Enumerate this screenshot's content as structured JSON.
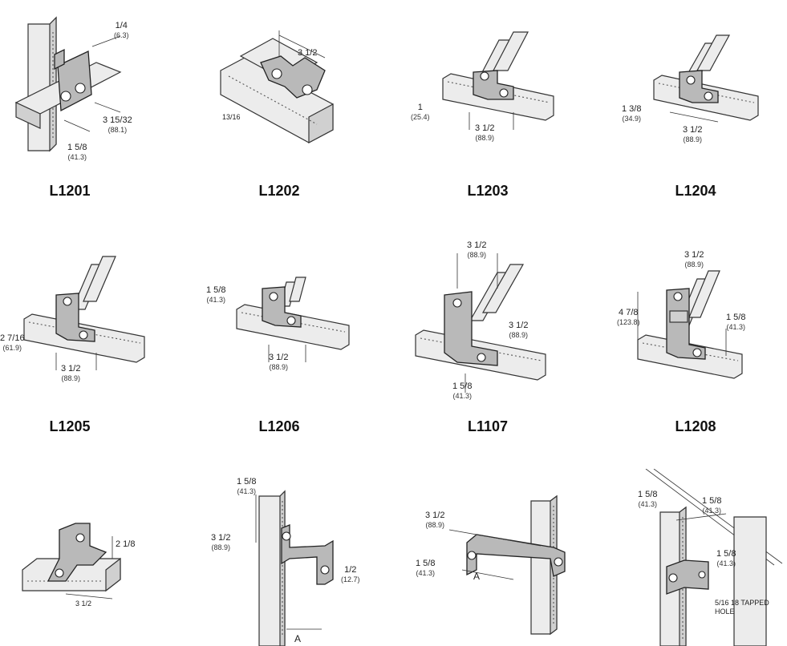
{
  "items": [
    {
      "label": "L1201",
      "dims": [
        {
          "v": "1/4",
          "m": "(6.3)"
        },
        {
          "v": "3 15/32",
          "m": "(88.1)"
        },
        {
          "v": "1 5/8",
          "m": "(41.3)"
        }
      ]
    },
    {
      "label": "L1202",
      "dims": [
        {
          "v": "3 1/2",
          "m": ""
        },
        {
          "v": "13/16",
          "m": ""
        }
      ]
    },
    {
      "label": "L1203",
      "dims": [
        {
          "v": "1",
          "m": "(25.4)"
        },
        {
          "v": "3 1/2",
          "m": "(88.9)"
        }
      ]
    },
    {
      "label": "L1204",
      "dims": [
        {
          "v": "1 3/8",
          "m": "(34.9)"
        },
        {
          "v": "3 1/2",
          "m": "(88.9)"
        }
      ]
    },
    {
      "label": "L1205",
      "dims": [
        {
          "v": "2 7/16",
          "m": "(61.9)"
        },
        {
          "v": "3 1/2",
          "m": "(88.9)"
        }
      ]
    },
    {
      "label": "L1206",
      "dims": [
        {
          "v": "1 5/8",
          "m": "(41.3)"
        },
        {
          "v": "3 1/2",
          "m": "(88.9)"
        }
      ]
    },
    {
      "label": "L1107",
      "dims": [
        {
          "v": "3 1/2",
          "m": "(88.9)"
        },
        {
          "v": "3 1/2",
          "m": "(88.9)"
        },
        {
          "v": "1 5/8",
          "m": "(41.3)"
        }
      ]
    },
    {
      "label": "L1208",
      "dims": [
        {
          "v": "3 1/2",
          "m": "(88.9)"
        },
        {
          "v": "4 7/8",
          "m": "(123.8)"
        },
        {
          "v": "1 5/8",
          "m": "(41.3)"
        }
      ]
    },
    {
      "label": "",
      "dims": [
        {
          "v": "2 1/8",
          "m": ""
        },
        {
          "v": "3 1/2",
          "m": ""
        }
      ]
    },
    {
      "label": "",
      "dims": [
        {
          "v": "1 5/8",
          "m": "(41.3)"
        },
        {
          "v": "3 1/2",
          "m": "(88.9)"
        },
        {
          "v": "1/2",
          "m": "(12.7)"
        },
        {
          "v": "A",
          "m": ""
        }
      ]
    },
    {
      "label": "",
      "dims": [
        {
          "v": "3 1/2",
          "m": "(88.9)"
        },
        {
          "v": "1 5/8",
          "m": "(41.3)"
        },
        {
          "v": "A",
          "m": ""
        }
      ]
    },
    {
      "label": "",
      "dims": [
        {
          "v": "1 5/8",
          "m": "(41.3)"
        },
        {
          "v": "1 5/8",
          "m": "(41.3)"
        },
        {
          "v": "1 5/8",
          "m": "(41.3)"
        }
      ],
      "note": "5/16 18 TAPPED HOLE"
    }
  ]
}
